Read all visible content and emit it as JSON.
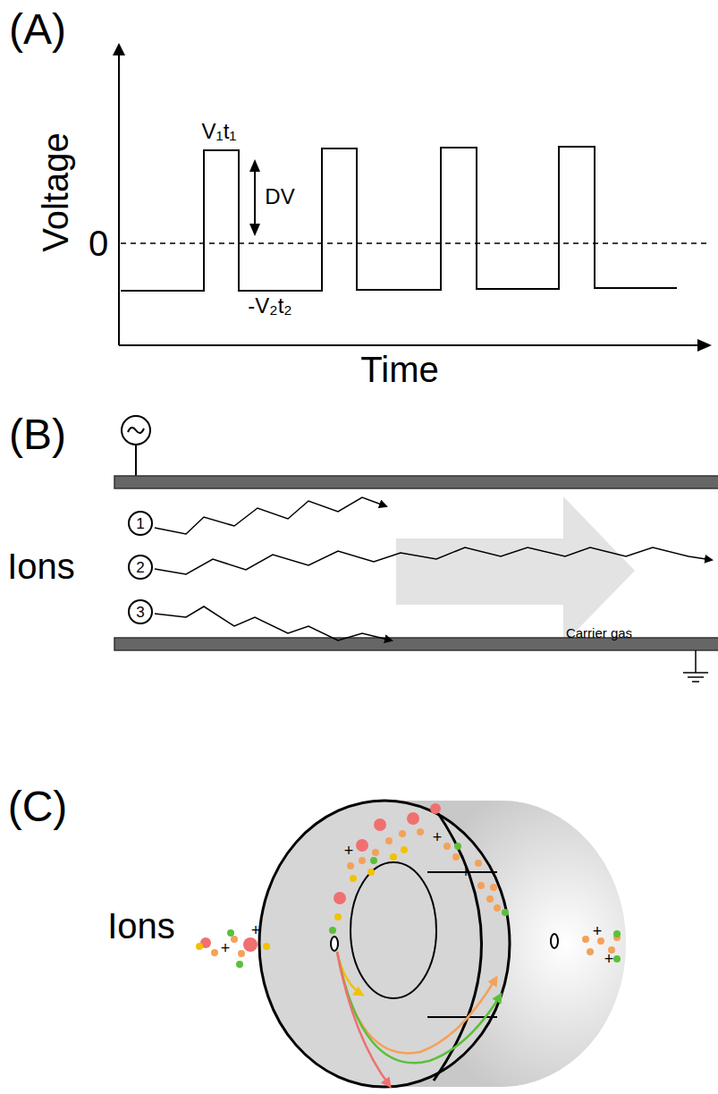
{
  "diagram": {
    "nodes": [
      {
        "text": [
          "1"
        ]
      },
      {
        "text": [
          "2"
        ]
      },
      {
        "text": [
          "3"
        ]
      }
    ],
    "labels": [
      "(A)",
      "Voltage",
      "0",
      "V₁t₁",
      "DV",
      "-V₂t₂",
      "Time",
      "(B)",
      "Ions",
      "Carrier gas",
      "(C)",
      "Ions",
      "+",
      "+",
      "+",
      "+",
      "+",
      "+",
      "+"
    ]
  }
}
